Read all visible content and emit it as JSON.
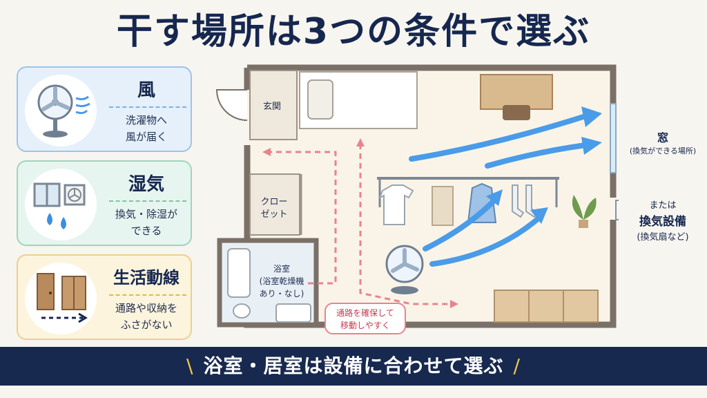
{
  "title": "干す場所は3つの条件で選ぶ",
  "cards": {
    "wind": {
      "title": "風",
      "desc": "洗濯物へ\n風が届く"
    },
    "humidity": {
      "title": "湿気",
      "desc": "換気・除湿が\nできる"
    },
    "traffic": {
      "title": "生活動線",
      "desc": "通路や収納を\nふさがない"
    }
  },
  "floor_plan": {
    "entrance": "玄関",
    "closet": "クロー\nゼット",
    "bathroom": "浴室\n(浴室乾燥機\nあり・なし)",
    "path_note": "通路を確保して\n移動しやすく"
  },
  "side_labels": {
    "window": "窓",
    "window_note": "(換気ができる場所)",
    "or": "または",
    "fan_facility": "換気設備",
    "fan_note": "(換気扇など)"
  },
  "banner": {
    "slash_left": "\\",
    "text": "浴室・居室は設備に合わせて選ぶ",
    "slash_right": "/"
  },
  "colors": {
    "navy": "#18294f",
    "wind_card_bg": "#e5f0fb",
    "humidity_card_bg": "#e6f5ef",
    "traffic_card_bg": "#fcf4dd",
    "airflow_arrow": "#4a9be8",
    "path_dashed": "#e8838e",
    "banner_slash": "#f2c94c"
  }
}
